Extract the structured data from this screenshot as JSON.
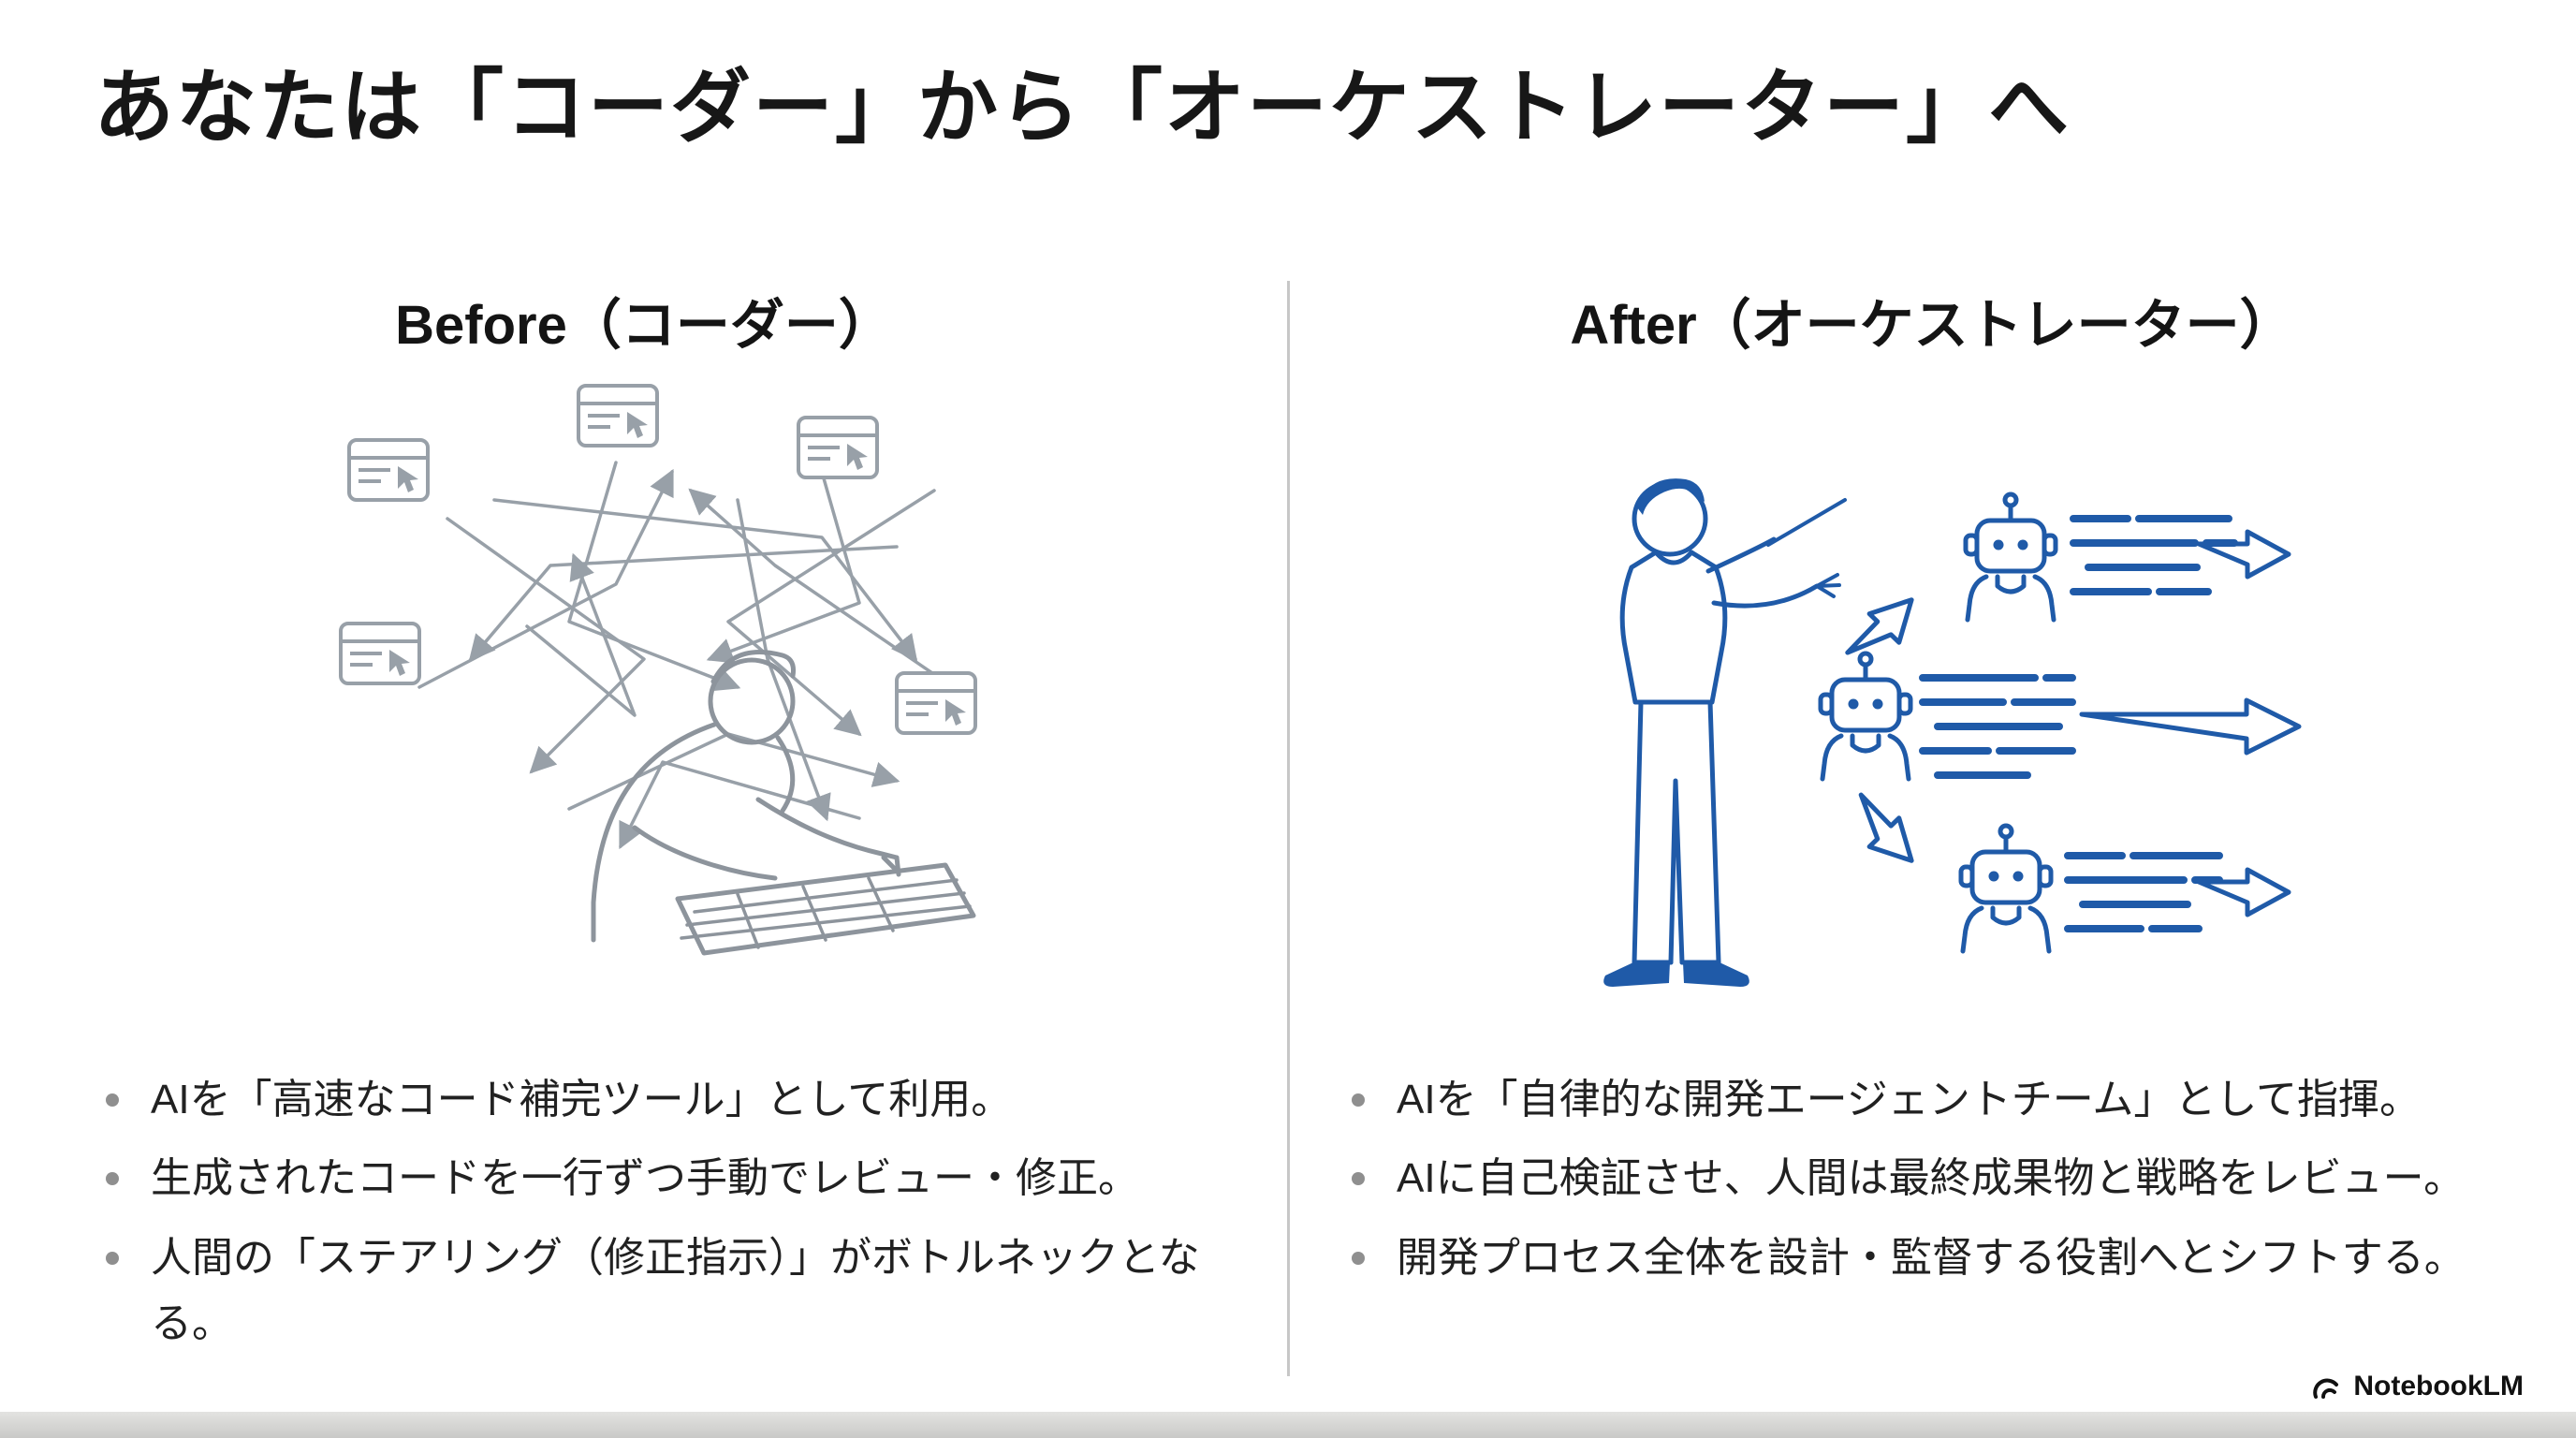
{
  "title": "あなたは「コーダー」から「オーケストレーター」へ",
  "columns": {
    "before": {
      "heading": "Before（コーダー）",
      "bullets": [
        "AIを「高速なコード補完ツール」として利用。",
        "生成されたコードを一行ずつ手動でレビュー・修正。",
        "人間の「ステアリング（修正指示）」がボトルネックとなる。"
      ]
    },
    "after": {
      "heading": "After（オーケストレーター）",
      "bullets": [
        "AIを「自律的な開発エージェントチーム」として指揮。",
        "AIに自己検証させ、人間は最終成果物と戦略をレビュー。",
        "開発プロセス全体を設計・監督する役割へとシフトする。"
      ]
    }
  },
  "illustrations": {
    "before": "coder-overwhelmed-by-chaotic-arrows-sketch",
    "after": "orchestrator-directing-ai-agent-robots"
  },
  "footer": {
    "brand": "NotebookLM"
  },
  "colors": {
    "text": "#1c1c1c",
    "before_art": "#98a0a8",
    "after_art": "#1f5aa8",
    "divider": "#c7c7c7",
    "bullet_dot": "#8f8f8f"
  }
}
